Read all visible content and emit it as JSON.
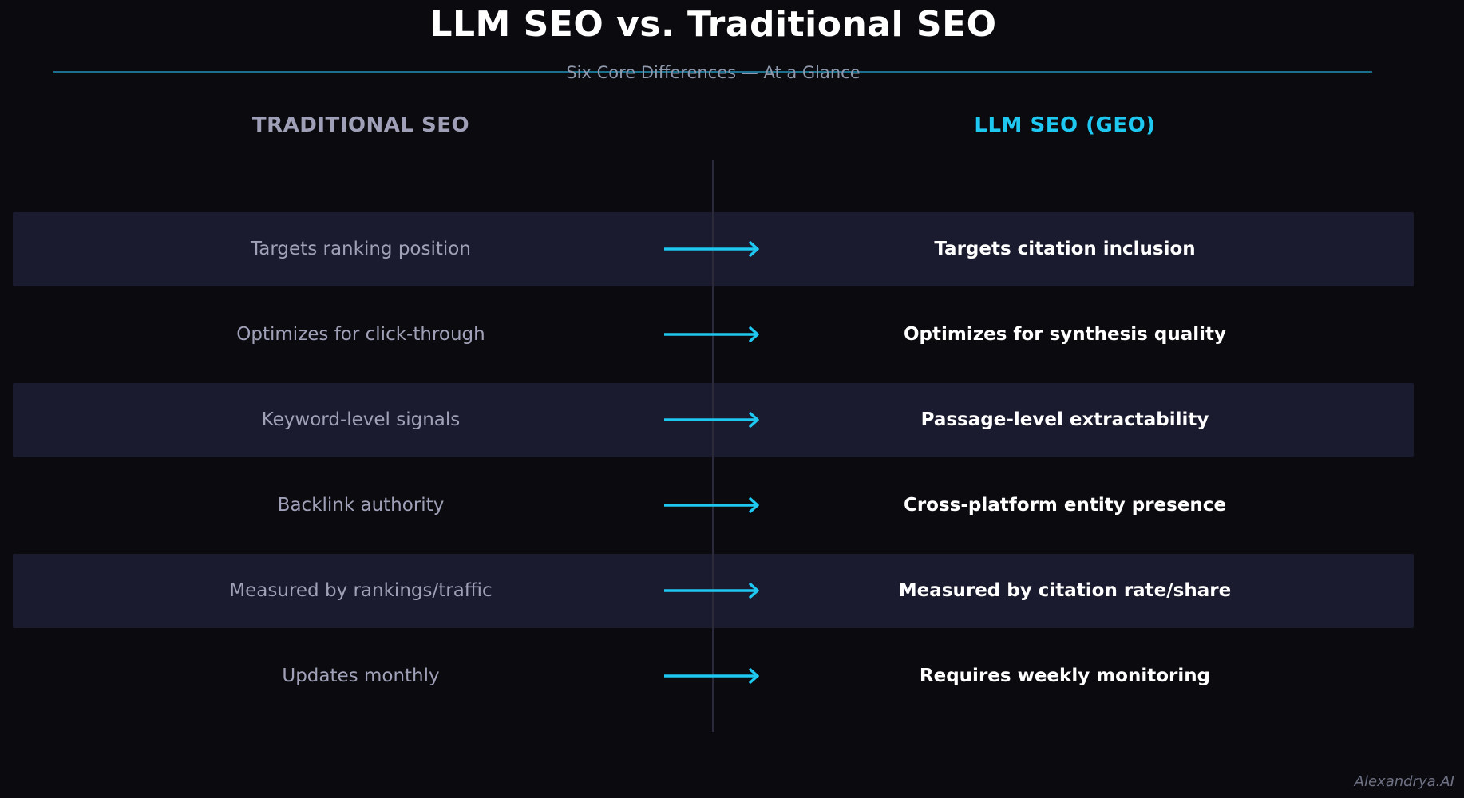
{
  "title": "LLM SEO vs. Traditional SEO",
  "subtitle": "Six Core Differences — At a Glance",
  "columns": {
    "left": "TRADITIONAL SEO",
    "right": "LLM SEO (GEO)"
  },
  "rows": [
    {
      "left": "Targets ranking position",
      "right": "Targets citation inclusion"
    },
    {
      "left": "Optimizes for click-through",
      "right": "Optimizes for synthesis quality"
    },
    {
      "left": "Keyword-level signals",
      "right": "Passage-level extractability"
    },
    {
      "left": "Backlink authority",
      "right": "Cross-platform entity presence"
    },
    {
      "left": "Measured by rankings/traffic",
      "right": "Measured by citation rate/share"
    },
    {
      "left": "Updates monthly",
      "right": "Requires weekly monitoring"
    }
  ],
  "watermark": "Alexandrya.AI",
  "colors": {
    "background": "#0a0a0f",
    "accent": "#1ec8f0",
    "left_header": "#9f9fb8",
    "stripe": "#1a1b2e",
    "icon": "arrow-right-icon"
  }
}
